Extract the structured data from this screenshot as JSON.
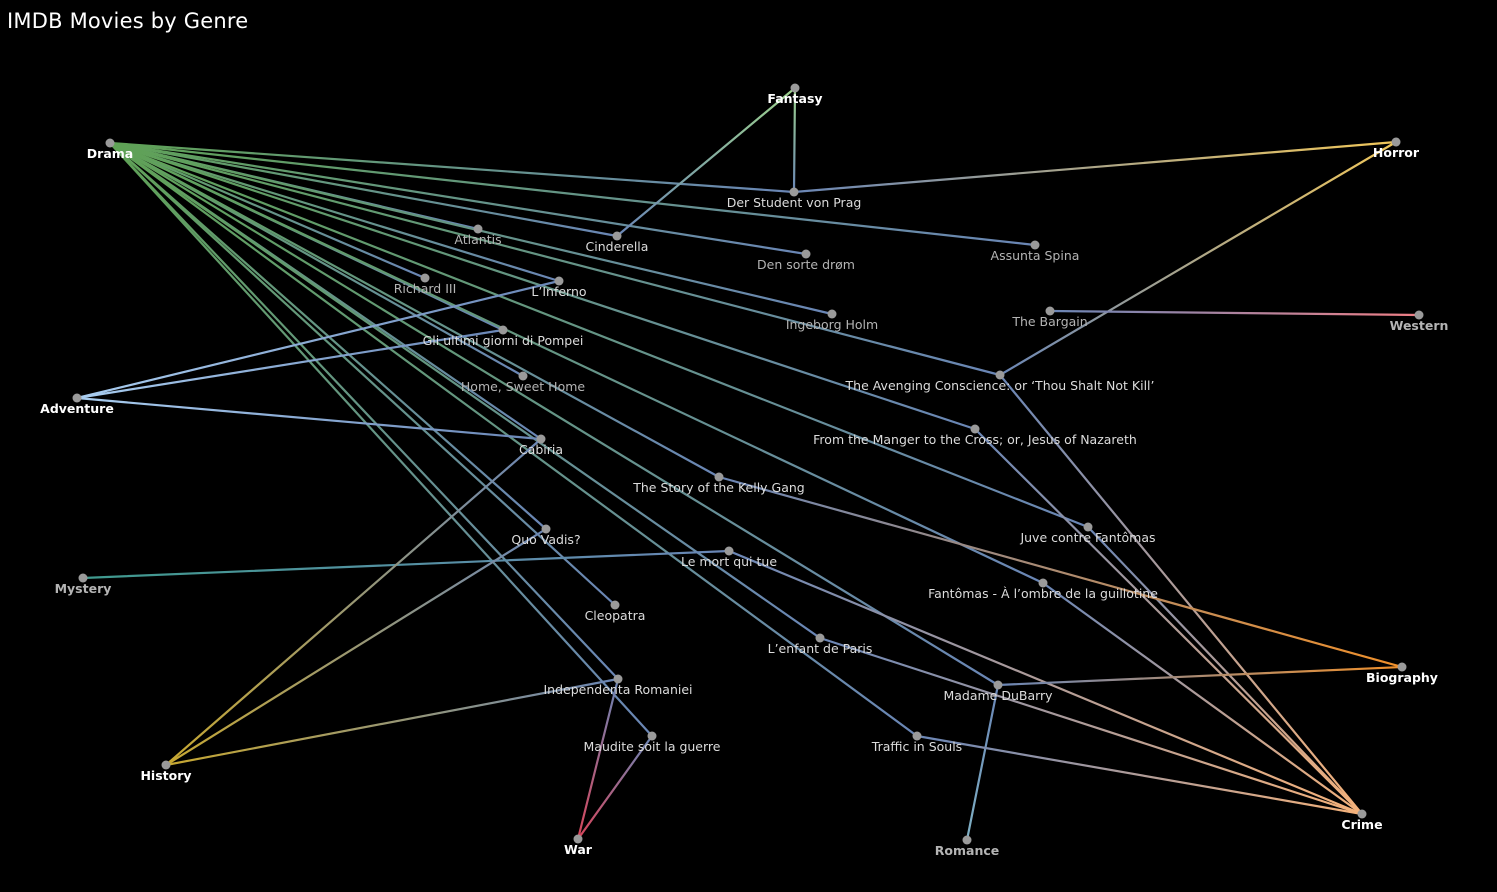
{
  "title": "IMDB Movies by Genre",
  "colors": {
    "background": "#000000",
    "node": "#9a9a9a",
    "genre_label": "#ffffff",
    "movie_label": "#dcdcdc",
    "Drama": "#5fa255",
    "Fantasy": "#9dd28c",
    "Horror": "#f1c75a",
    "Adventure": "#a9cdf0",
    "Mystery": "#3f9a8e",
    "History": "#c8a830",
    "War": "#d8455a",
    "Romance": "#7fb0c4",
    "Crime": "#f6b27a",
    "Biography": "#f0902a",
    "Western": "#ef7f86",
    "movie": "#6a86b6"
  },
  "genres": [
    "Drama",
    "Fantasy",
    "Horror",
    "Adventure",
    "Mystery",
    "History",
    "War",
    "Romance",
    "Crime",
    "Biography",
    "Western"
  ],
  "nodes": [
    {
      "id": "Drama",
      "type": "genre"
    },
    {
      "id": "Fantasy",
      "type": "genre"
    },
    {
      "id": "Horror",
      "type": "genre"
    },
    {
      "id": "Adventure",
      "type": "genre"
    },
    {
      "id": "Mystery",
      "type": "genre",
      "style": "dim"
    },
    {
      "id": "History",
      "type": "genre"
    },
    {
      "id": "War",
      "type": "genre"
    },
    {
      "id": "Romance",
      "type": "genre",
      "style": "dim"
    },
    {
      "id": "Crime",
      "type": "genre"
    },
    {
      "id": "Biography",
      "type": "genre"
    },
    {
      "id": "Western",
      "type": "genre",
      "style": "dim"
    },
    {
      "id": "Der Student von Prag",
      "type": "movie"
    },
    {
      "id": "Cinderella",
      "type": "movie"
    },
    {
      "id": "Atlantis",
      "type": "movie",
      "style": "dim"
    },
    {
      "id": "Den sorte drøm",
      "type": "movie",
      "style": "dim"
    },
    {
      "id": "Assunta Spina",
      "type": "movie",
      "style": "dim"
    },
    {
      "id": "Richard III",
      "type": "movie",
      "style": "dim"
    },
    {
      "id": "L’Inferno",
      "type": "movie"
    },
    {
      "id": "Ingeborg Holm",
      "type": "movie",
      "style": "dim"
    },
    {
      "id": "The Bargain",
      "type": "movie",
      "style": "dim"
    },
    {
      "id": "Gli ultimi giorni di Pompei",
      "type": "movie"
    },
    {
      "id": "Home, Sweet Home",
      "type": "movie",
      "style": "dim"
    },
    {
      "id": "The Avenging Conscience: or ‘Thou Shalt Not Kill’",
      "type": "movie"
    },
    {
      "id": "From the Manger to the Cross; or, Jesus of Nazareth",
      "type": "movie"
    },
    {
      "id": "Cabiria",
      "type": "movie"
    },
    {
      "id": "The Story of the Kelly Gang",
      "type": "movie"
    },
    {
      "id": "Juve contre Fantômas",
      "type": "movie"
    },
    {
      "id": "Quo Vadis?",
      "type": "movie"
    },
    {
      "id": "Le mort qui tue",
      "type": "movie"
    },
    {
      "id": "Fantômas - À l’ombre de la guillotine",
      "type": "movie"
    },
    {
      "id": "Cleopatra",
      "type": "movie"
    },
    {
      "id": "L’enfant de Paris",
      "type": "movie"
    },
    {
      "id": "Independenta Romaniei",
      "type": "movie"
    },
    {
      "id": "Madame DuBarry",
      "type": "movie"
    },
    {
      "id": "Maudite soit la guerre",
      "type": "movie"
    },
    {
      "id": "Traffic in Souls",
      "type": "movie"
    }
  ],
  "edges": [
    [
      "Drama",
      "Der Student von Prag"
    ],
    [
      "Drama",
      "Cinderella"
    ],
    [
      "Drama",
      "Atlantis"
    ],
    [
      "Drama",
      "Den sorte drøm"
    ],
    [
      "Drama",
      "Assunta Spina"
    ],
    [
      "Drama",
      "Richard III"
    ],
    [
      "Drama",
      "L’Inferno"
    ],
    [
      "Drama",
      "Ingeborg Holm"
    ],
    [
      "Drama",
      "Gli ultimi giorni di Pompei"
    ],
    [
      "Drama",
      "Home, Sweet Home"
    ],
    [
      "Drama",
      "The Avenging Conscience: or ‘Thou Shalt Not Kill’"
    ],
    [
      "Drama",
      "From the Manger to the Cross; or, Jesus of Nazareth"
    ],
    [
      "Drama",
      "Cabiria"
    ],
    [
      "Drama",
      "The Story of the Kelly Gang"
    ],
    [
      "Drama",
      "Juve contre Fantômas"
    ],
    [
      "Drama",
      "Quo Vadis?"
    ],
    [
      "Drama",
      "Fantômas - À l’ombre de la guillotine"
    ],
    [
      "Drama",
      "Cleopatra"
    ],
    [
      "Drama",
      "L’enfant de Paris"
    ],
    [
      "Drama",
      "Independenta Romaniei"
    ],
    [
      "Drama",
      "Madame DuBarry"
    ],
    [
      "Drama",
      "Maudite soit la guerre"
    ],
    [
      "Drama",
      "Traffic in Souls"
    ],
    [
      "Fantasy",
      "Der Student von Prag"
    ],
    [
      "Fantasy",
      "Cinderella"
    ],
    [
      "Horror",
      "Der Student von Prag"
    ],
    [
      "Horror",
      "The Avenging Conscience: or ‘Thou Shalt Not Kill’"
    ],
    [
      "Adventure",
      "L’Inferno"
    ],
    [
      "Adventure",
      "Gli ultimi giorni di Pompei"
    ],
    [
      "Adventure",
      "Cabiria"
    ],
    [
      "Mystery",
      "Le mort qui tue"
    ],
    [
      "History",
      "Cabiria"
    ],
    [
      "History",
      "Quo Vadis?"
    ],
    [
      "History",
      "Independenta Romaniei"
    ],
    [
      "War",
      "Independenta Romaniei"
    ],
    [
      "War",
      "Maudite soit la guerre"
    ],
    [
      "Romance",
      "Madame DuBarry"
    ],
    [
      "Crime",
      "The Avenging Conscience: or ‘Thou Shalt Not Kill’"
    ],
    [
      "Crime",
      "From the Manger to the Cross; or, Jesus of Nazareth"
    ],
    [
      "Crime",
      "Juve contre Fantômas"
    ],
    [
      "Crime",
      "Le mort qui tue"
    ],
    [
      "Crime",
      "Fantômas - À l’ombre de la guillotine"
    ],
    [
      "Crime",
      "L’enfant de Paris"
    ],
    [
      "Crime",
      "Traffic in Souls"
    ],
    [
      "Biography",
      "The Story of the Kelly Gang"
    ],
    [
      "Biography",
      "Madame DuBarry"
    ],
    [
      "Western",
      "The Bargain"
    ]
  ]
}
